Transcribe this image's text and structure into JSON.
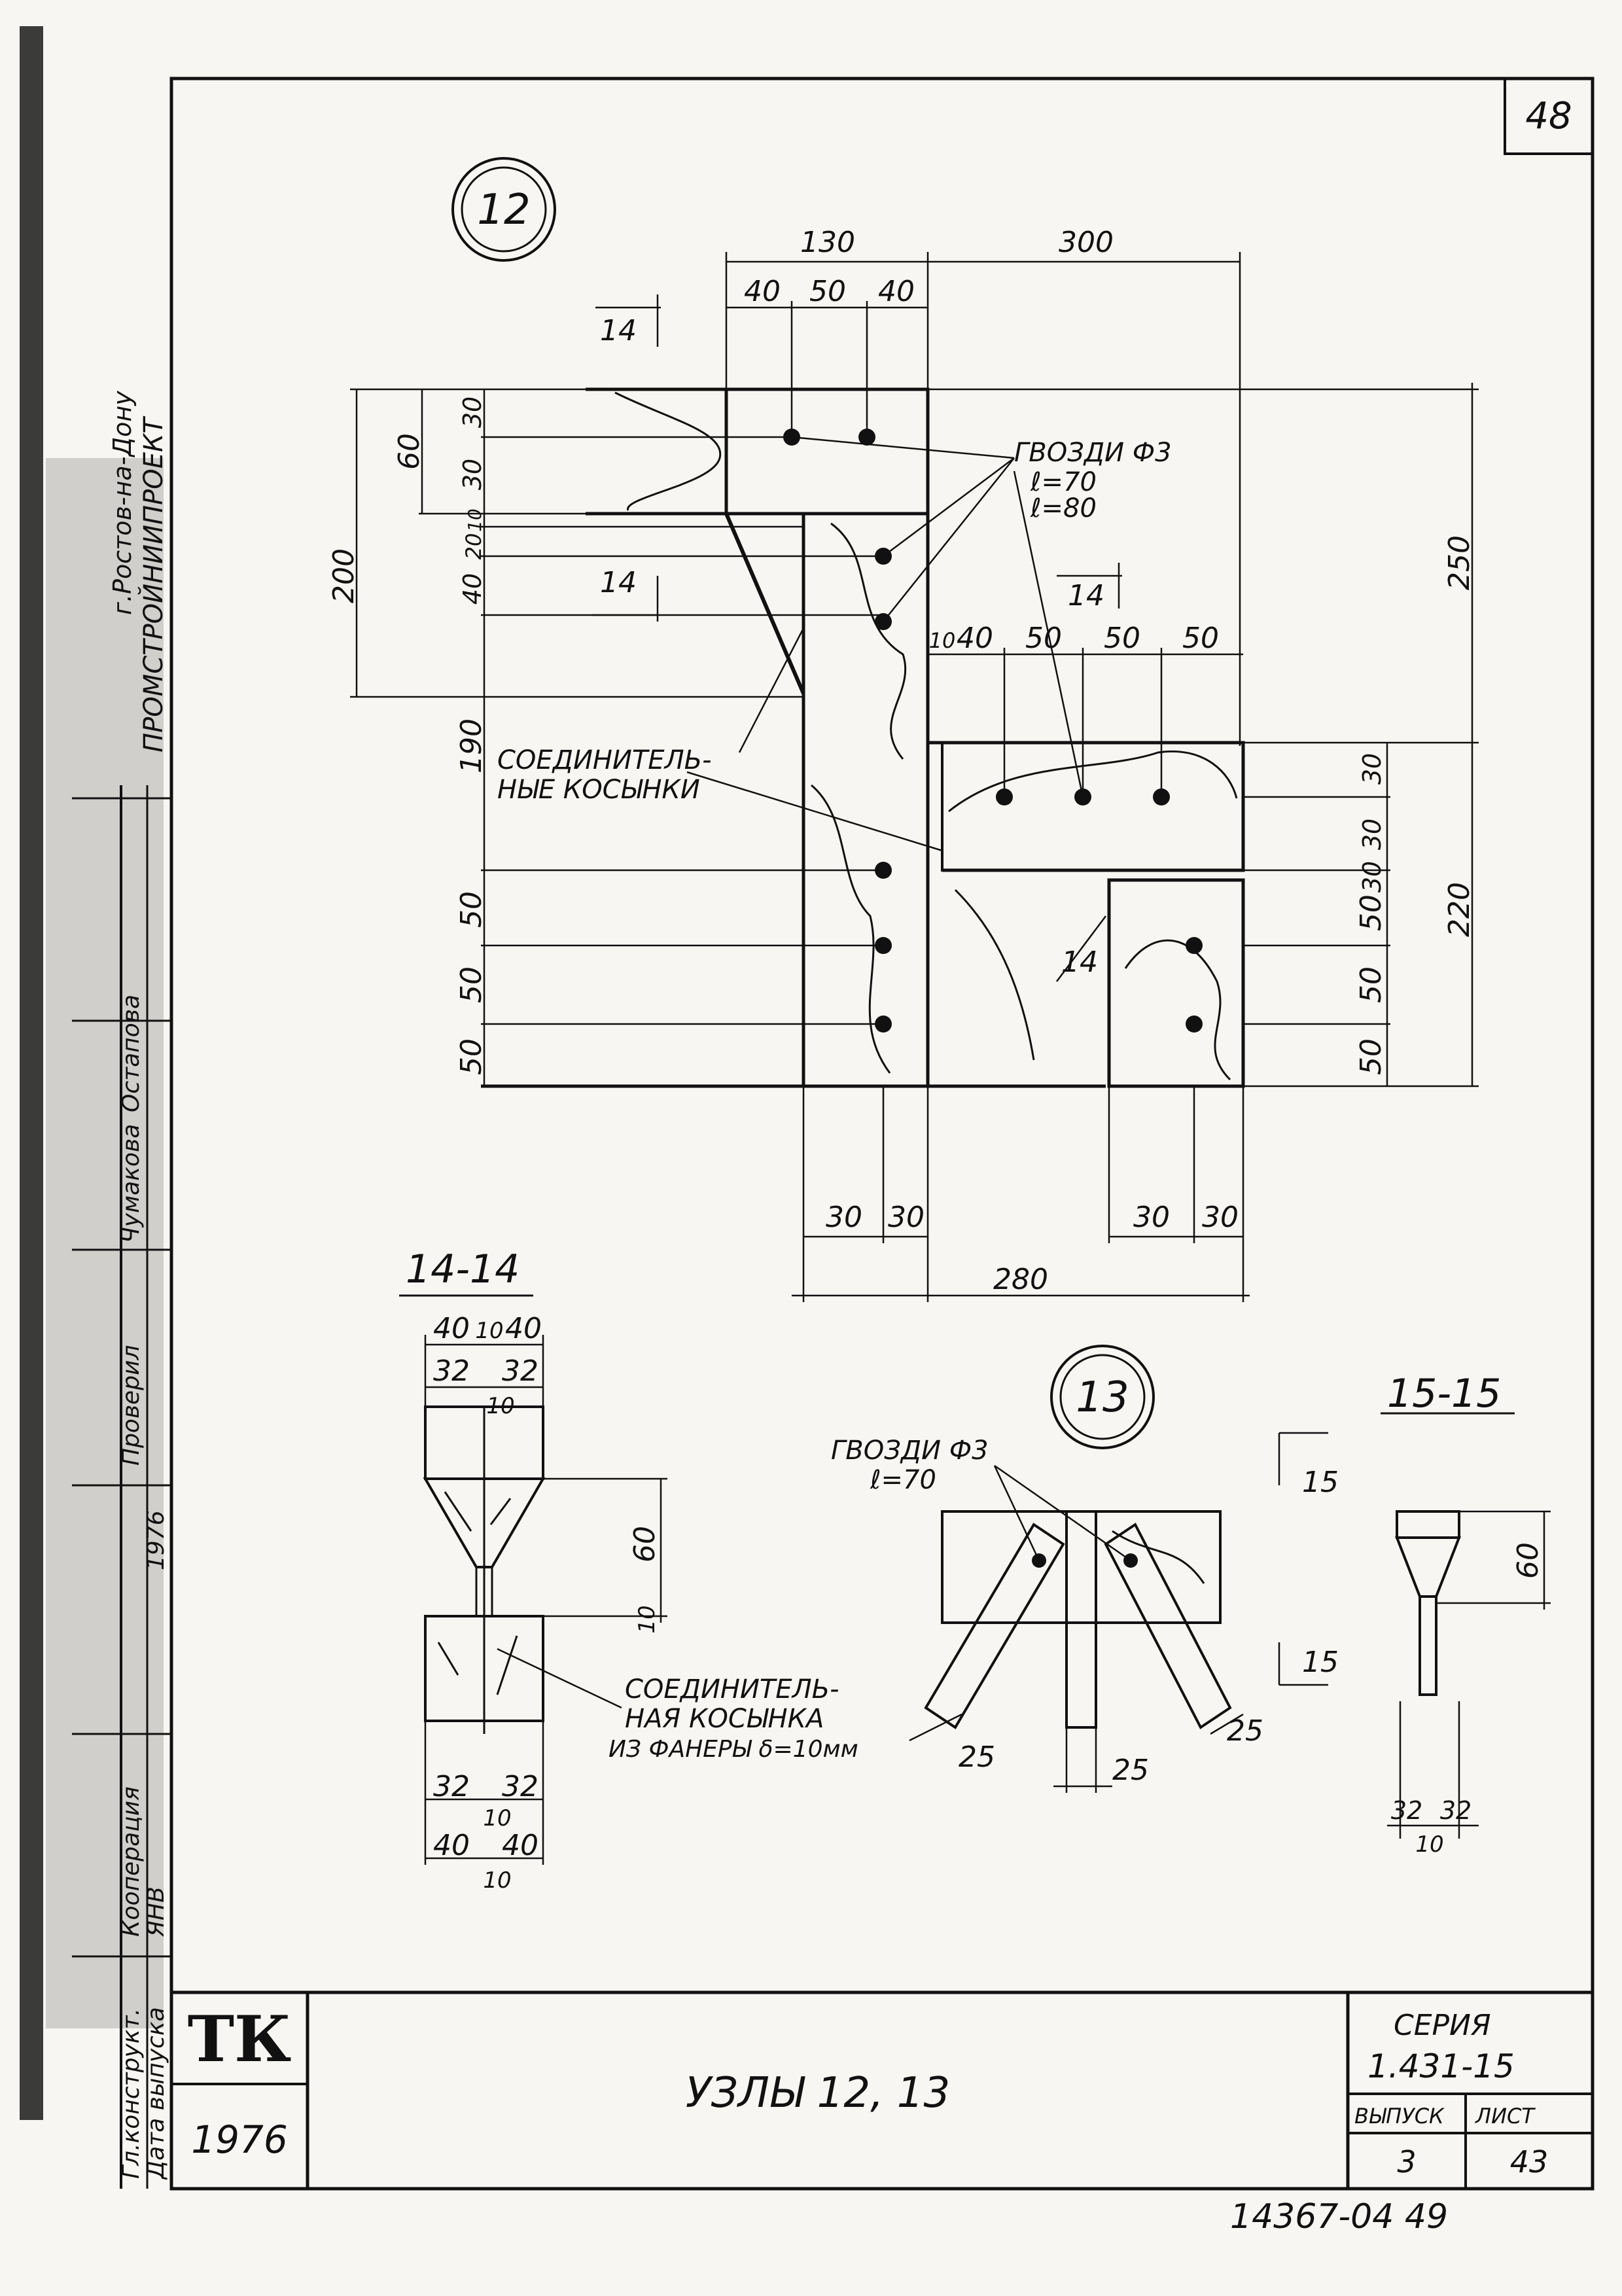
{
  "sheet": {
    "sheet_no": "48",
    "footer_note": "14367-04   49"
  },
  "side_stamp": {
    "org": "ПРОМСТРОЙНИИПРОЕКТ",
    "city": "г.Ростов-на-Дону",
    "rows": [
      "Гл.конструкт.",
      "Дата выпуска",
      "Кооперация",
      "ЯНВ",
      "1976",
      "Проверил",
      "Чумакова",
      "Остапова"
    ],
    "year": "1976"
  },
  "title_block": {
    "logo": "ТК",
    "year": "1976",
    "title": "УЗЛЫ  12, 13",
    "series_label": "СЕРИЯ",
    "series": "1.431-15",
    "issue_label": "ВЫПУСК",
    "sheet_label": "ЛИСТ",
    "issue": "3",
    "sheet": "43"
  },
  "node12": {
    "id": "12",
    "section_mark": "14",
    "nails": [
      "ГВОЗДИ Ф3",
      "ℓ=70",
      "ℓ=80"
    ],
    "gusset": [
      "СОЕДИНИТЕЛЬ-",
      "НЫЕ КОСЫНКИ"
    ],
    "top_dims": [
      "130",
      "300",
      "40",
      "50",
      "40"
    ],
    "mid_dims": [
      "10",
      "40",
      "50",
      "50",
      "50"
    ],
    "left_dims": [
      "200",
      "60",
      "30",
      "30",
      "10",
      "20",
      "40",
      "190",
      "50",
      "50",
      "50"
    ],
    "right_dims": [
      "250",
      "220",
      "30",
      "30",
      "30",
      "50",
      "50",
      "50"
    ],
    "bottom_dims": [
      "30",
      "30",
      "30",
      "30",
      "280"
    ]
  },
  "section14": {
    "title": "14-14",
    "dims_top": [
      "40",
      "10",
      "40",
      "32",
      "32",
      "10"
    ],
    "dims_right": [
      "60",
      "10"
    ],
    "dims_bottom": [
      "32",
      "32",
      "10",
      "40",
      "40",
      "10"
    ],
    "gusset_note": [
      "СОЕДИНИТЕЛЬ-",
      "НАЯ КОСЫНКА",
      "ИЗ ФАНЕРЫ δ=10мм"
    ]
  },
  "node13": {
    "id": "13",
    "nails": [
      "ГВОЗДИ Ф3",
      "ℓ=70"
    ],
    "section_mark": "15",
    "dims": [
      "25",
      "25",
      "25"
    ]
  },
  "section15": {
    "title": "15-15",
    "dims": [
      "60",
      "32",
      "32",
      "10"
    ]
  }
}
